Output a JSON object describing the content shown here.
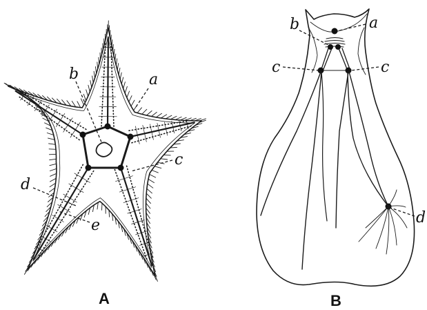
{
  "figure_a": {
    "caption": "A",
    "labels": {
      "a": "a",
      "b": "b",
      "c": "c",
      "d": "d",
      "e": "e"
    }
  },
  "figure_b": {
    "caption": "B",
    "labels": {
      "a": "a",
      "b": "b",
      "c_left": "c",
      "c_right": "c",
      "d": "d"
    }
  }
}
